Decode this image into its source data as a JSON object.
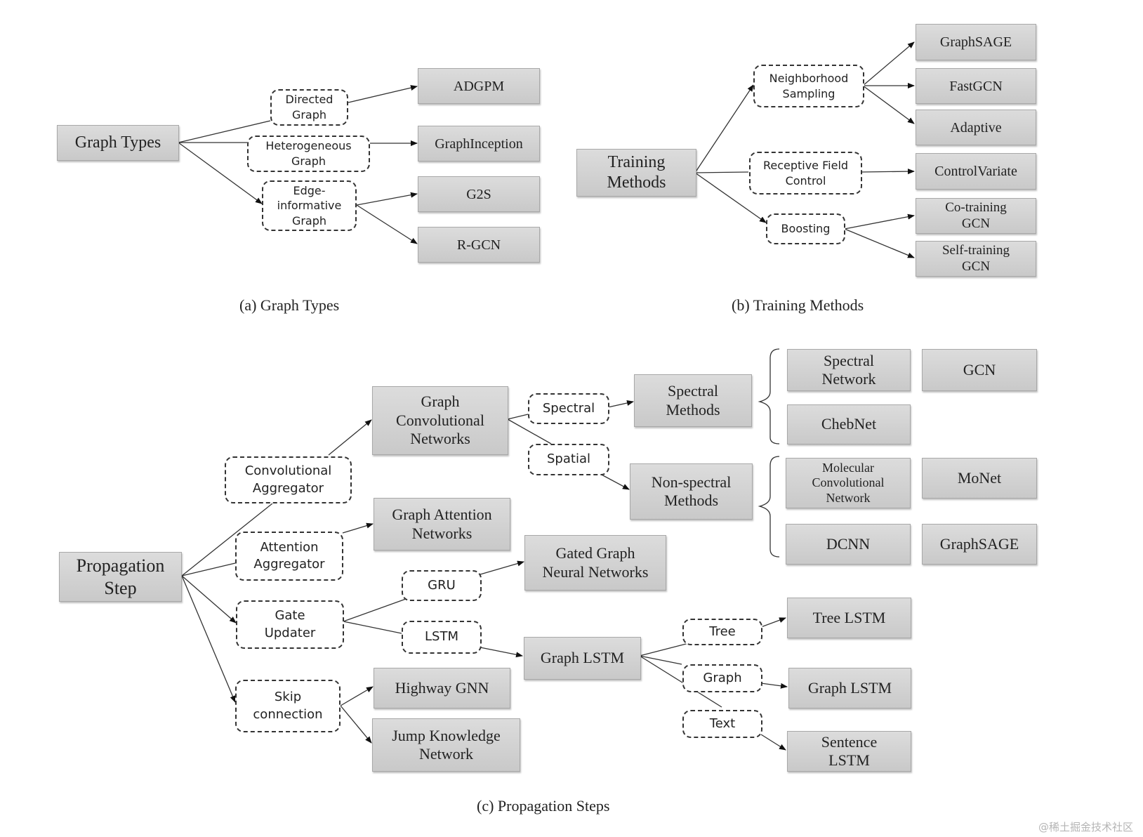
{
  "captions": {
    "a": "(a) Graph Types",
    "b": "(b) Training Methods",
    "c": "(c) Propagation Steps"
  },
  "watermark": "@稀土掘金技术社区",
  "graph_types": {
    "root": "Graph Types",
    "directed": "Directed\nGraph",
    "heterogeneous": "Heterogeneous\nGraph",
    "edge_informative": "Edge-\ninformative\nGraph",
    "adgpm": "ADGPM",
    "graphinception": "GraphInception",
    "g2s": "G2S",
    "rgcn": "R-GCN"
  },
  "training_methods": {
    "root": "Training\nMethods",
    "neighborhood_sampling": "Neighborhood\nSampling",
    "receptive_field_control": "Receptive Field\nControl",
    "boosting": "Boosting",
    "graphsage": "GraphSAGE",
    "fastgcn": "FastGCN",
    "adaptive": "Adaptive",
    "controlvariate": "ControlVariate",
    "cotraining_gcn": "Co-training\nGCN",
    "selftraining_gcn": "Self-training\nGCN"
  },
  "propagation_steps": {
    "root": "Propagation\nStep",
    "convolutional_aggregator": "Convolutional\nAggregator",
    "attention_aggregator": "Attention\nAggregator",
    "gate_updater": "Gate\nUpdater",
    "skip_connection": "Skip\nconnection",
    "gcn_networks": "Graph\nConvolutional\nNetworks",
    "spectral_label": "Spectral",
    "spatial_label": "Spatial",
    "spectral_methods": "Spectral\nMethods",
    "nonspectral_methods": "Non-spectral\nMethods",
    "spectral_network": "Spectral\nNetwork",
    "gcn": "GCN",
    "chebnet": "ChebNet",
    "molecular_conv_network": "Molecular\nConvolutional\nNetwork",
    "monet": "MoNet",
    "dcnn": "DCNN",
    "graphsage": "GraphSAGE",
    "graph_attention_networks": "Graph Attention\nNetworks",
    "gru_label": "GRU",
    "lstm_label": "LSTM",
    "gated_graph_nn": "Gated Graph\nNeural Networks",
    "graph_lstm": "Graph LSTM",
    "tree_label": "Tree",
    "graph_label": "Graph",
    "text_label": "Text",
    "tree_lstm": "Tree LSTM",
    "graph_lstm_leaf": "Graph LSTM",
    "sentence_lstm": "Sentence\nLSTM",
    "highway_gnn": "Highway GNN",
    "jump_knowledge_network": "Jump Knowledge\nNetwork"
  }
}
